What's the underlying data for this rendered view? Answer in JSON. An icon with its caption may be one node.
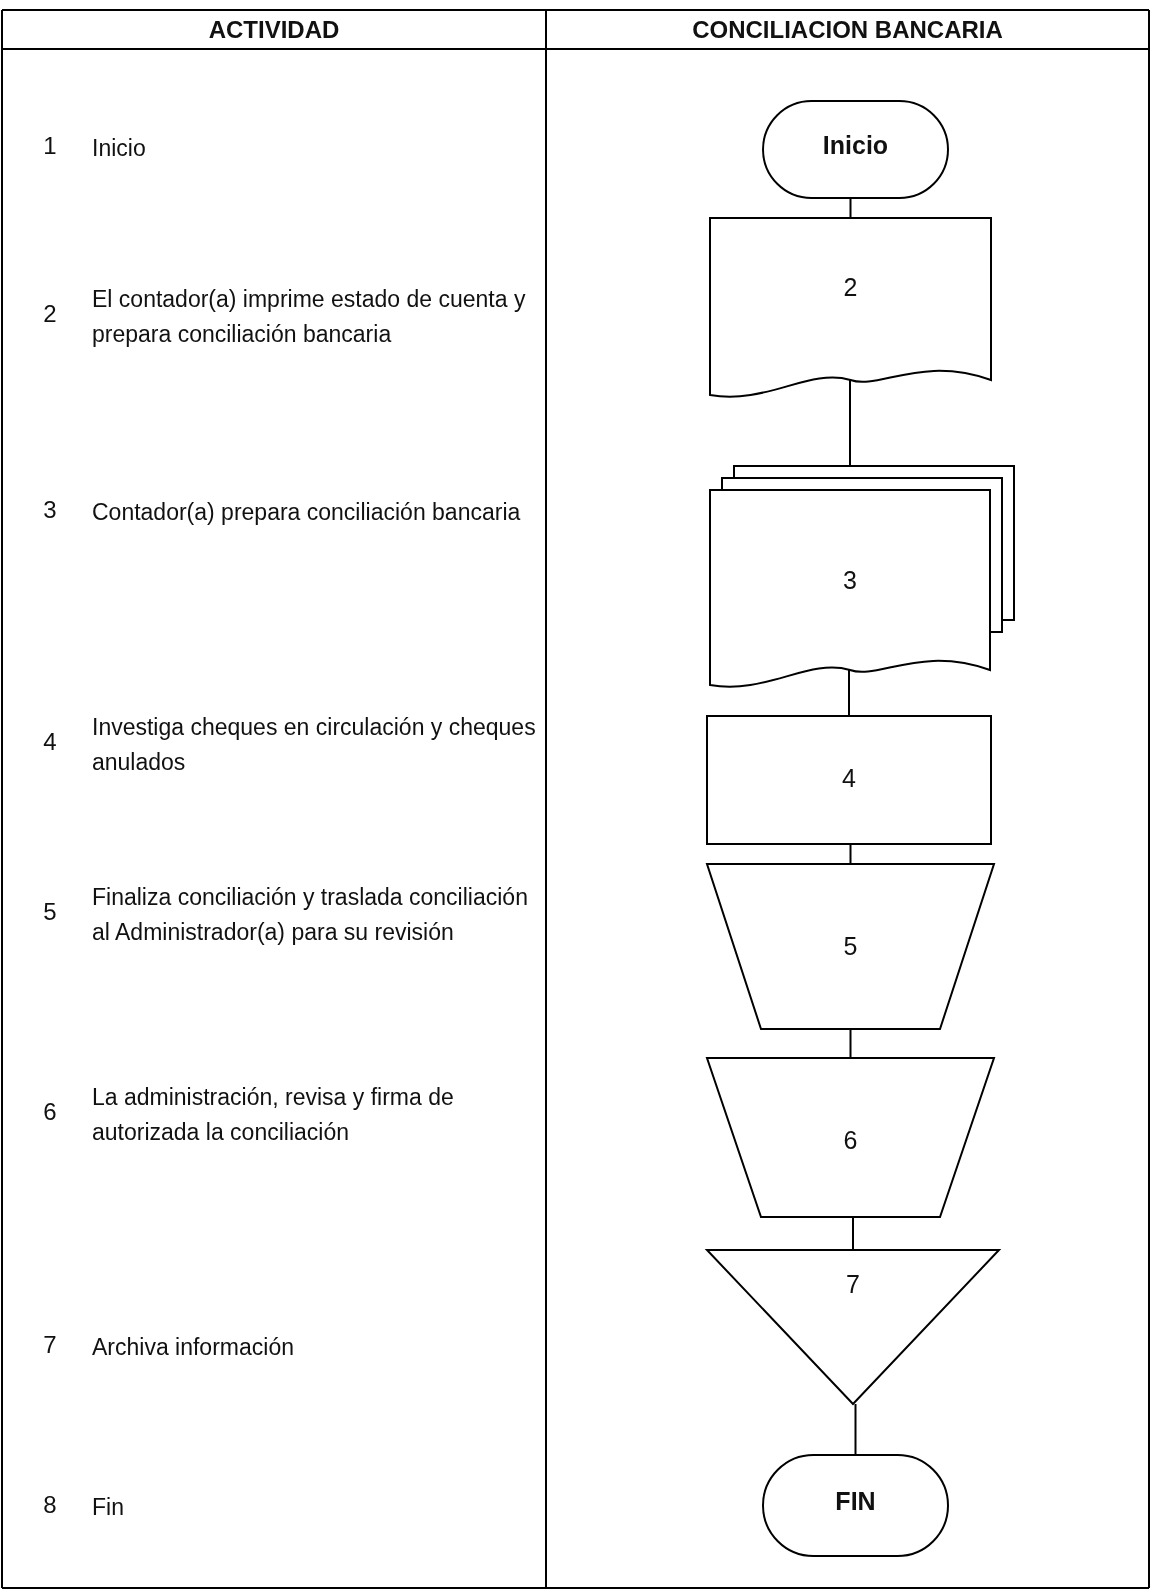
{
  "diagram": {
    "nodes": [
      {
        "text": [
          "Inicio"
        ]
      },
      {
        "text": [
          "2"
        ]
      },
      {
        "text": [
          "3"
        ]
      },
      {
        "text": [
          "4"
        ]
      },
      {
        "text": [
          "5"
        ]
      },
      {
        "text": [
          "6"
        ]
      },
      {
        "text": [
          "7"
        ]
      },
      {
        "text": [
          "FIN"
        ]
      }
    ],
    "edges": [
      {
        "from": 0,
        "to": 1,
        "arrow": "none"
      },
      {
        "from": 1,
        "to": 2,
        "arrow": "none"
      },
      {
        "from": 2,
        "to": 3,
        "arrow": "none"
      },
      {
        "from": 3,
        "to": 4,
        "arrow": "none"
      },
      {
        "from": 4,
        "to": 5,
        "arrow": "none"
      },
      {
        "from": 5,
        "to": 6,
        "arrow": "none"
      },
      {
        "from": 6,
        "to": 7,
        "arrow": "none"
      }
    ],
    "labels": [
      "ACTIVIDAD",
      "CONCILIACION BANCARIA",
      "1",
      "Inicio",
      "2",
      "El contador(a) imprime estado de cuenta y prepara conciliación bancaria",
      "3",
      "Contador(a) prepara conciliación bancaria",
      "4",
      "Investiga cheques en circulación y cheques anulados",
      "5",
      "Finaliza conciliación y traslada conciliación al Administrador(a) para su revisión",
      "6",
      "La administración, revisa y firma de autorizada la conciliación",
      "7",
      "Archiva información",
      "8",
      "Fin"
    ]
  }
}
